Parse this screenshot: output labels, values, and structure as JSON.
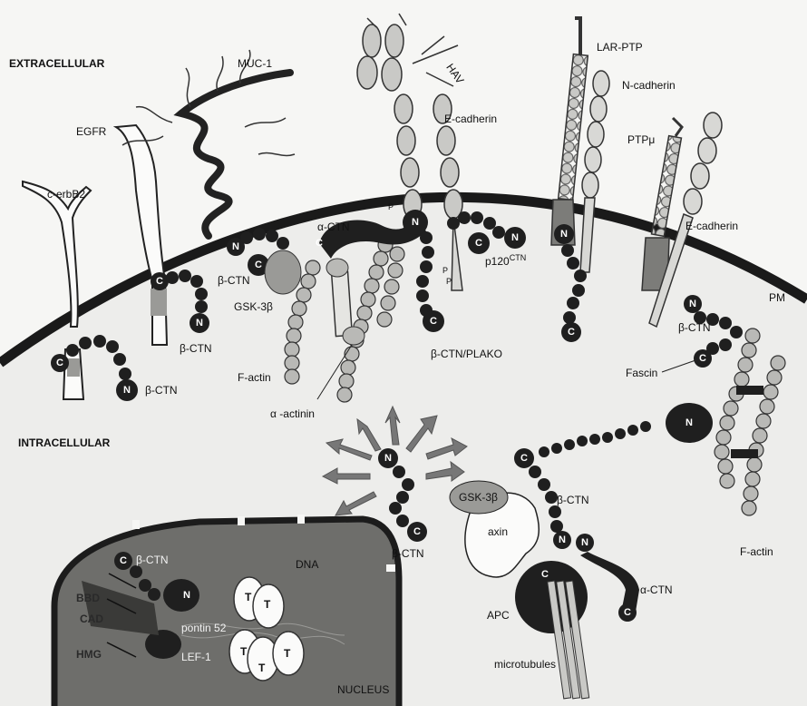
{
  "regions": {
    "extracellular": "EXTRACELLULAR",
    "intracellular": "INTRACELLULAR",
    "membrane": "PM",
    "nucleus": "NUCLEUS",
    "dna": "DNA"
  },
  "receptors": {
    "muc1": "MUC-1",
    "egfr": "EGFR",
    "cerbb2": "c-erbB2",
    "ecadherin_left": "E-cadherin",
    "hav": "HAV",
    "lar_ptp": "LAR-PTP",
    "n_cadherin": "N-cadherin",
    "ptp_mu": "PTPμ",
    "ecadherin_right": "E-cadherin"
  },
  "cytoplasm": {
    "alpha_ctn": "α-CTN",
    "beta_ctn": "β-CTN",
    "gsk3b_membrane": "GSK-3β",
    "f_actin_left": "F-actin",
    "alpha_actinin": "α -actinin",
    "beta_ctn_plako": "β-CTN/PLAKO",
    "p120": "p120",
    "p120_sup": "CTN",
    "fascin": "Fascin",
    "f_actin_right": "F-actin",
    "gsk3b_complex": "GSK-3β",
    "axin": "axin",
    "apc": "APC",
    "microtubules": "microtubules",
    "alpha_ctn_apc": "α-CTN"
  },
  "nuclear": {
    "beta_ctn": "β-CTN",
    "pontin52": "pontin 52",
    "lef1": "LEF-1",
    "bbd": "BBD",
    "cad": "CAD",
    "hmg": "HMG",
    "tcf": [
      "T",
      "T",
      "T",
      "T",
      "T"
    ]
  },
  "termini": {
    "c": "C",
    "n": "N",
    "p": "P"
  }
}
